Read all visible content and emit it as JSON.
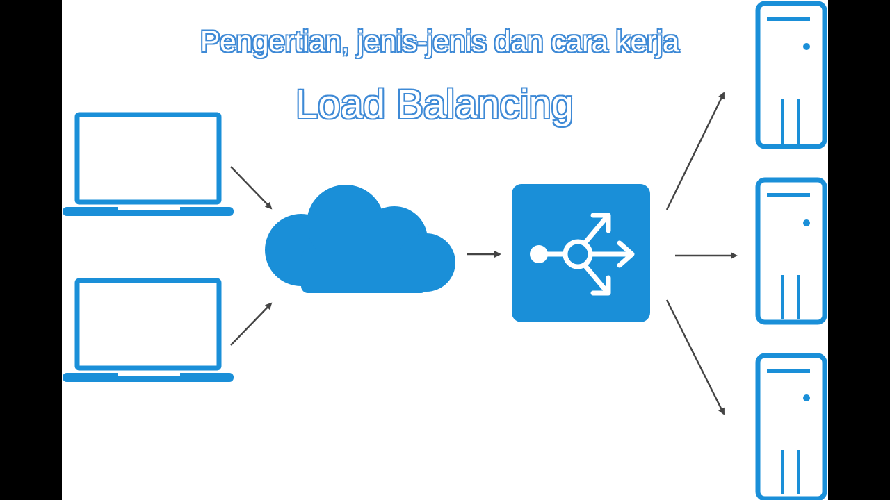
{
  "diagram": {
    "subtitle": "Pengertian, jenis-jenis dan cara kerja",
    "title": "Load Balancing",
    "colors": {
      "icon_blue": "#1a8fd8",
      "arrow": "#444444",
      "title_outline": "#3f8ad6",
      "background": "#ffffff",
      "letterbox": "#000000"
    },
    "nodes": [
      {
        "id": "client-1",
        "icon": "laptop-icon"
      },
      {
        "id": "client-2",
        "icon": "laptop-icon"
      },
      {
        "id": "internet",
        "icon": "cloud-icon"
      },
      {
        "id": "load-balancer",
        "icon": "load-balancer-icon"
      },
      {
        "id": "server-1",
        "icon": "server-icon"
      },
      {
        "id": "server-2",
        "icon": "server-icon"
      },
      {
        "id": "server-3",
        "icon": "server-icon"
      }
    ],
    "edges": [
      {
        "from": "client-1",
        "to": "internet"
      },
      {
        "from": "client-2",
        "to": "internet"
      },
      {
        "from": "internet",
        "to": "load-balancer"
      },
      {
        "from": "load-balancer",
        "to": "server-1"
      },
      {
        "from": "load-balancer",
        "to": "server-2"
      },
      {
        "from": "load-balancer",
        "to": "server-3"
      }
    ]
  }
}
